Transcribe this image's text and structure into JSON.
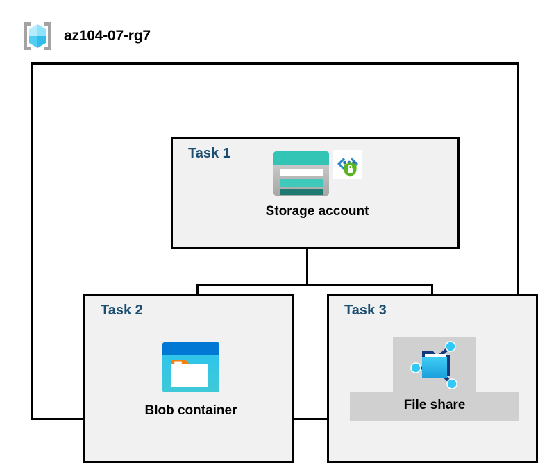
{
  "header": {
    "icon": "resource-group-icon",
    "title": "az104-07-rg7"
  },
  "container": {
    "name": "resource-group-container"
  },
  "tasks": [
    {
      "label": "Task 1",
      "node": {
        "caption": "Storage account",
        "icons": [
          "storage-account-icon",
          "security-shield-lock-icon"
        ]
      }
    },
    {
      "label": "Task 2",
      "node": {
        "caption": "Blob container",
        "icons": [
          "blob-container-icon"
        ]
      }
    },
    {
      "label": "Task 3",
      "node": {
        "caption": "File share",
        "icons": [
          "file-share-icon"
        ]
      }
    }
  ],
  "colors": {
    "border": "#000000",
    "task_box_fill": "#f1f1f1",
    "task_label": "#1b4f72",
    "highlight_plate": "#d0d0d0",
    "storage_teal": "#32c5b5",
    "storage_teal_dark": "#1f7a72",
    "blob_blue": "#0078d4",
    "blob_cyan": "#32c8e0",
    "blob_orange": "#f2820d",
    "fileshare_cyan": "#32bdef",
    "fileshare_navy": "#14397d",
    "shield_green": "#5bb522",
    "bracket_gray": "#a0a0a0",
    "cube_cyan": "#9fe8fb"
  }
}
